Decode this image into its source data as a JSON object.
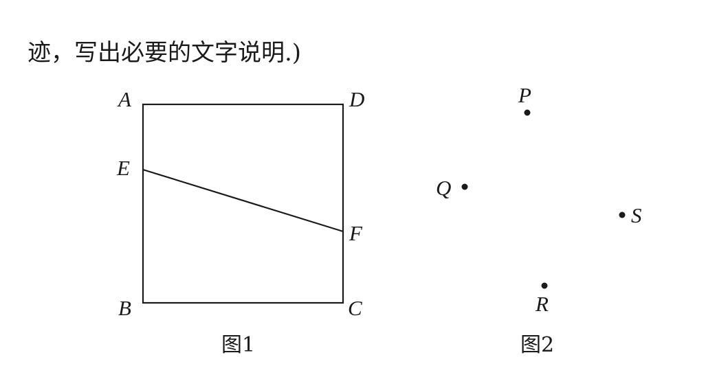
{
  "intro_text": "迹，写出必要的文字说明.)",
  "figure1": {
    "caption": "图1",
    "labels": {
      "A": "A",
      "B": "B",
      "C": "C",
      "D": "D",
      "E": "E",
      "F": "F"
    }
  },
  "figure2": {
    "caption": "图2",
    "labels": {
      "P": "P",
      "Q": "Q",
      "R": "R",
      "S": "S"
    }
  }
}
